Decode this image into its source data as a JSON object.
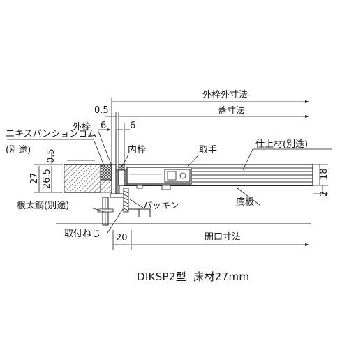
{
  "labels": {
    "outer_frame_outer_dim": "外枠外寸法",
    "lid_dim": "蓋寸法",
    "expansion_rubber": "エキスパンションゴム",
    "separate_1": "(別途)",
    "outer_frame": "外枠",
    "inner_frame": "内枠",
    "handle": "取手",
    "finish_material": "仕上材(別途)",
    "bottom_plate": "底板",
    "packing": "パッキン",
    "joist_steel": "根太鋼(別途)",
    "mounting_screw": "取付ねじ",
    "opening_dim": "開口寸法"
  },
  "dims": {
    "d_0_5_top": "0.5",
    "d_6_left": "6",
    "d_6_right": "6",
    "d_0_5_side": "0.5",
    "d_27": "27",
    "d_26_5": "26.5",
    "d_18": "18",
    "d_2": "2",
    "d_20": "20"
  },
  "caption": "DIKSP2型  床材27mm"
}
